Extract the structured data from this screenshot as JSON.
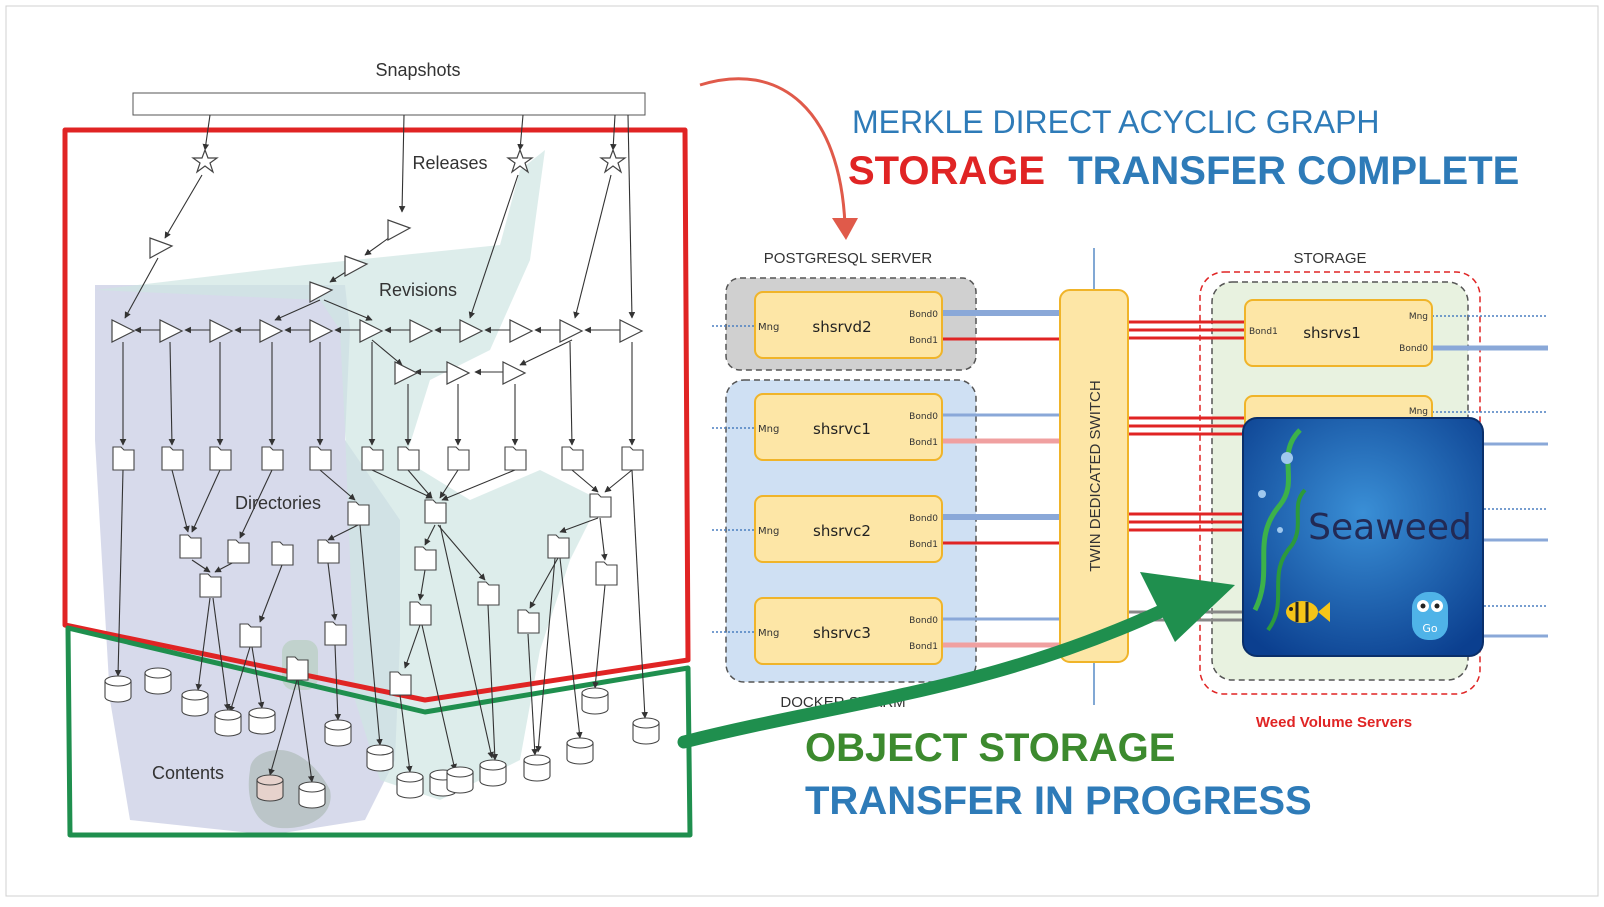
{
  "merkle": {
    "snapshots_label": "Snapshots",
    "releases_label": "Releases",
    "revisions_label": "Revisions",
    "directories_label": "Directories",
    "contents_label": "Contents"
  },
  "headline": {
    "line1": "MERKLE DIRECT ACYCLIC GRAPH",
    "line2_red": "STORAGE",
    "line2_blue": "TRANSFER COMPLETE"
  },
  "footer": {
    "line1": "OBJECT STORAGE",
    "line2": "TRANSFER IN PROGRESS"
  },
  "infra": {
    "postgres_title": "POSTGRESQL SERVER",
    "storage_title": "STORAGE",
    "docker_title": "DOCKER SWARM",
    "switch_label": "TWIN DEDICATED SWITCH",
    "weed_label": "Weed Volume Servers",
    "seaweed_label": "Seaweed",
    "go_label": "Go",
    "mng": "Mng",
    "bond0": "Bond0",
    "bond1": "Bond1",
    "servers": [
      "shsrvd2",
      "shsrvc1",
      "shsrvc2",
      "shsrvc3"
    ],
    "storage_server": "shsrvs1"
  },
  "colors": {
    "red": "#e02424",
    "blue": "#2e7bb8",
    "green": "#1f8f4e",
    "server_fill": "#fde6a6",
    "server_stroke": "#f0b429"
  }
}
